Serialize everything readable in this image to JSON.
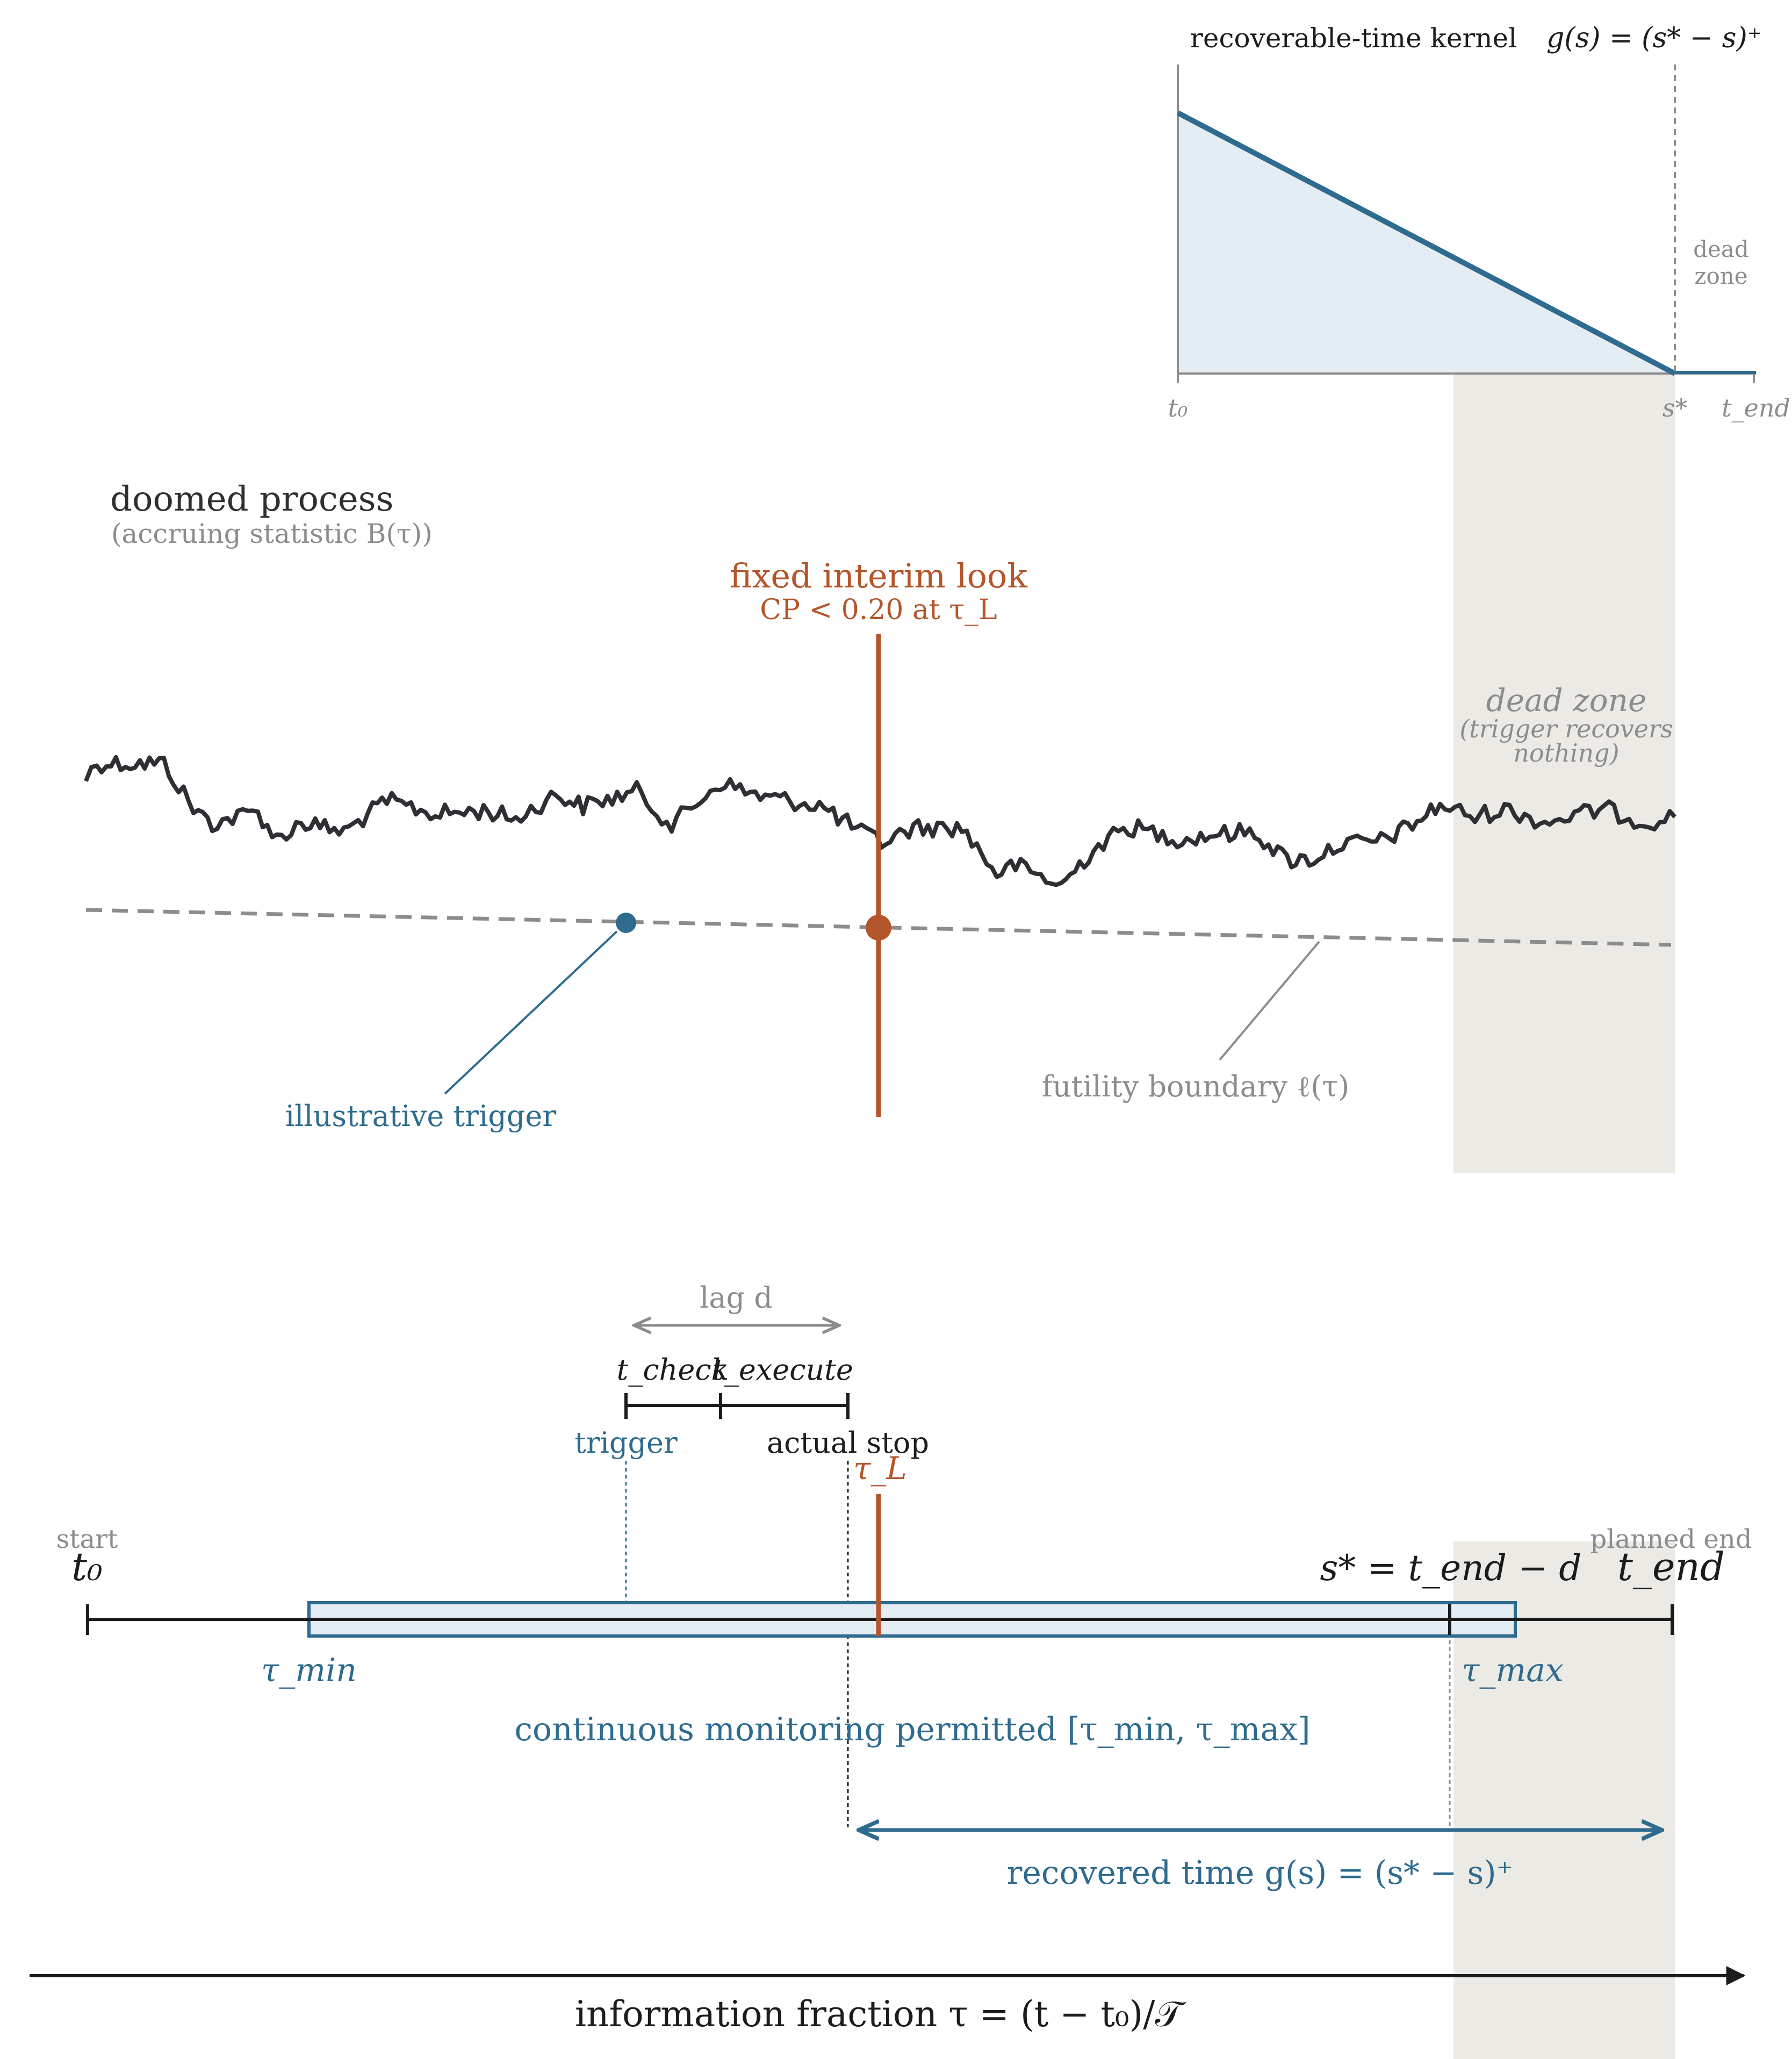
{
  "colors": {
    "blue": "#2e6b8e",
    "orange": "#b4552b",
    "grey": "#8c8c8c",
    "dark": "#2f2f33",
    "black": "#1c1c1c",
    "dead_zone_fill": "#eceae4",
    "kernel_fill": "#e5edf4"
  },
  "kernel": {
    "title": "recoverable-time kernel",
    "formula": "g(s) = (s* − s)⁺",
    "dead_zone_line1": "dead",
    "dead_zone_line2": "zone",
    "tick_t0": "t₀",
    "tick_sstar": "s*",
    "tick_tend": "t_end"
  },
  "process": {
    "title": "doomed process",
    "subtitle": "(accruing statistic B(τ))",
    "interim_title": "fixed interim look",
    "interim_sub": "CP < 0.20 at τ_L",
    "dead_zone_title": "dead zone",
    "dead_zone_sub1": "(trigger recovers",
    "dead_zone_sub2": "nothing)",
    "trigger_label": "illustrative trigger",
    "boundary_label": "futility boundary  ℓ(τ)"
  },
  "timeline": {
    "lag_label": "lag  d",
    "t_check": "t_check",
    "t_execute": "t_execute",
    "trigger": "trigger",
    "actual_stop": "actual stop",
    "tau_L": "τ_L",
    "start": "start",
    "t0": "t₀",
    "planned_end": "planned end",
    "t_end": "t_end",
    "sstar_eq": "s* = t_end − d",
    "tau_min": "τ_min",
    "tau_max": "τ_max",
    "monitoring": "continuous monitoring permitted  [τ_min, τ_max]",
    "recovered": "recovered time  g(s) = (s* − s)⁺",
    "axis_label": "information fraction  τ = (t − t₀)/𝒯"
  }
}
